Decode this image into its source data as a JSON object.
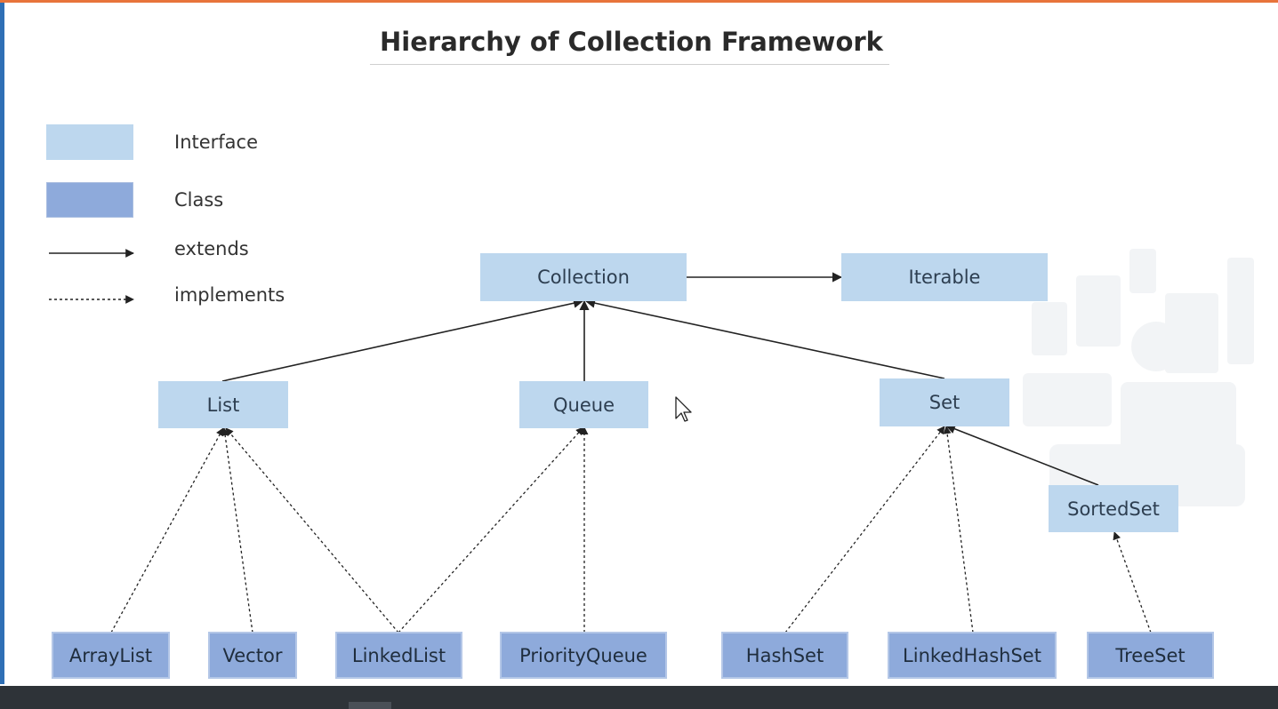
{
  "title": "Hierarchy of Collection Framework",
  "legend": {
    "interface": "Interface",
    "class": "Class",
    "extends": "extends",
    "implements": "implements"
  },
  "nodes": {
    "collection": "Collection",
    "iterable": "Iterable",
    "list": "List",
    "queue": "Queue",
    "set": "Set",
    "sortedset": "SortedSet",
    "arraylist": "ArrayList",
    "vector": "Vector",
    "linkedlist": "LinkedList",
    "priorityqueue": "PriorityQueue",
    "hashset": "HashSet",
    "linkedhashset": "LinkedHashSet",
    "treeset": "TreeSet"
  },
  "colors": {
    "interface": "#bdd7ee",
    "class": "#8eaadb",
    "accent_top": "#e8743b",
    "accent_left": "#2f6fb5"
  }
}
